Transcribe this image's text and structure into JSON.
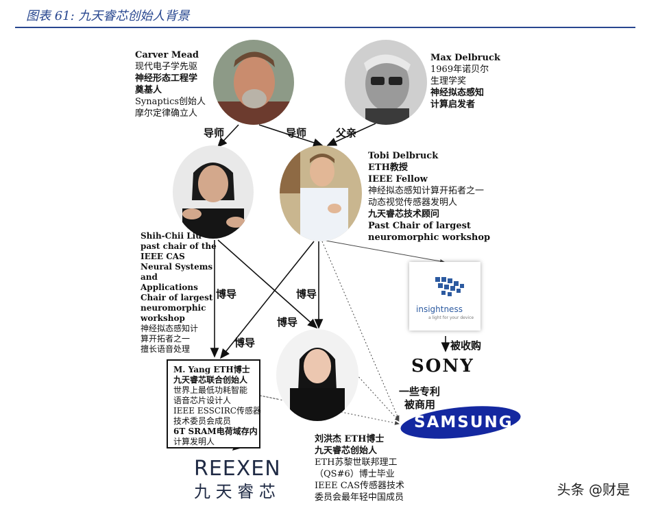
{
  "figure": {
    "title": "图表 61: 九天睿芯创始人背景"
  },
  "people": {
    "carver": {
      "lines": [
        "Carver Mead",
        "现代电子学先驱",
        "神经形态工程学",
        "奠基人",
        "Synaptics创始人",
        "摩尔定律确立人"
      ]
    },
    "max": {
      "lines": [
        "Max Delbruck",
        "1969年诺贝尔",
        "生理学奖",
        "神经拟态感知",
        "计算启发者"
      ]
    },
    "tobi": {
      "lines": [
        "Tobi Delbruck",
        "ETH教授",
        "IEEE Fellow",
        "神经拟态感知计算开拓者之一",
        "动态视觉传感器发明人",
        "九天睿芯技术顾问",
        "Past Chair of largest",
        "neuromorphic workshop"
      ]
    },
    "liu": {
      "lines": [
        "Shih-Chii Liu",
        "past chair of the",
        "IEEE CAS",
        "Neural Systems",
        "and",
        "Applications",
        "Chair of largest",
        "neuromorphic",
        "workshop",
        "神经拟态感知计",
        "算开拓者之一",
        "擅长语音处理"
      ]
    },
    "yang": {
      "lines": [
        "M. Yang ETH博士",
        "九天睿芯联合创始人",
        "世界上最低功耗智能",
        "语音芯片设计人",
        "IEEE ESSCIRC传感器",
        "技术委员会成员",
        "6T SRAM电荷域存内",
        "计算发明人"
      ]
    },
    "lhj": {
      "lines": [
        "刘洪杰 ETH博士",
        "九天睿芯创始人",
        "ETH苏黎世联邦理工",
        "（QS#6）博士毕业",
        "IEEE CAS传感器技术",
        "委员会最年轻中国成员"
      ]
    }
  },
  "edges": {
    "mentor1": "导师",
    "mentor2": "导师",
    "father": "父亲",
    "phd1": "博导",
    "phd2": "博导",
    "phd3": "博导",
    "phd4": "博导",
    "acquired": "被收购",
    "patents": [
      "一些专利",
      "被商用"
    ]
  },
  "logos": {
    "insightness": {
      "name": "insightness",
      "tagline": "a light for your device"
    },
    "sony": "SONY",
    "samsung": "SAMSUNG",
    "reexen": {
      "latin": "REEXEN",
      "chinese": "九 天 睿 芯"
    }
  },
  "watermark": "头条 @财是",
  "colors": {
    "title": "#27468f",
    "samsung_blue": "#1428a0",
    "insightness_blue": "#2c5aa0"
  }
}
